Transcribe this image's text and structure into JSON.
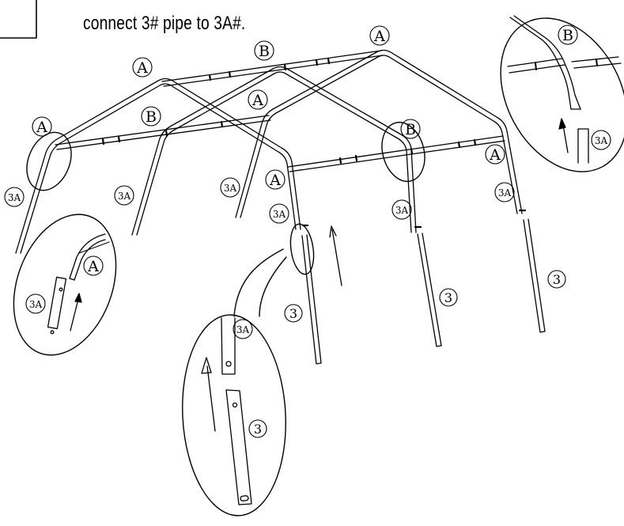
{
  "instruction": "connect 3# pipe to 3A#.",
  "labels": {
    "A": "A",
    "B": "B",
    "p3A": "3A",
    "p3": "3"
  }
}
